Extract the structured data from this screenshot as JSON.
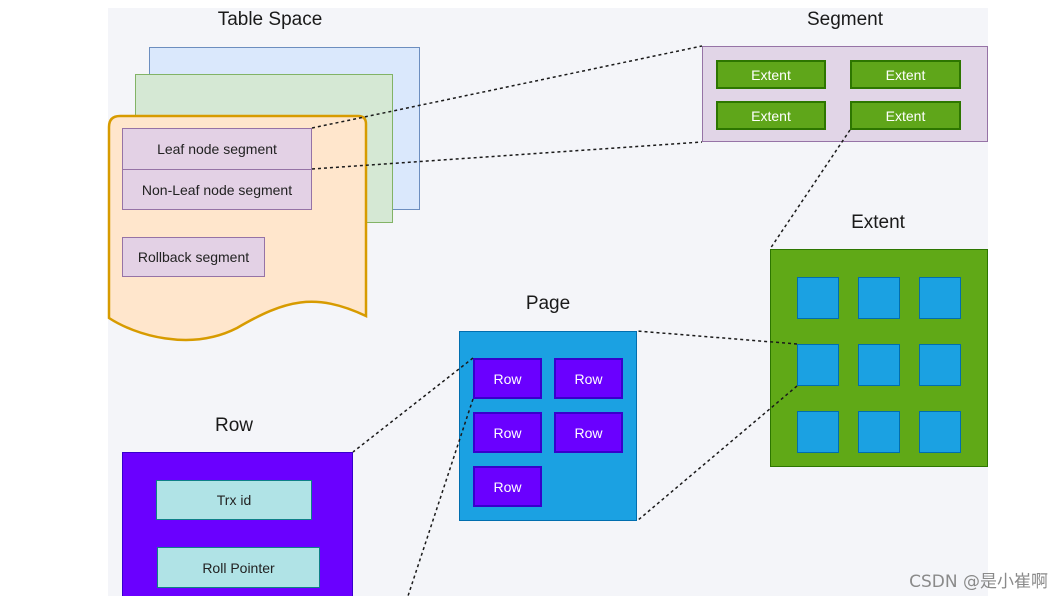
{
  "diagram": {
    "tablespace": {
      "title": "Table Space",
      "segments": [
        "Leaf node segment",
        "Non-Leaf node segment",
        "Rollback segment"
      ]
    },
    "segment": {
      "title": "Segment",
      "extents": [
        "Extent",
        "Extent",
        "Extent",
        "Extent"
      ]
    },
    "extent": {
      "title": "Extent",
      "page_count": 9
    },
    "page": {
      "title": "Page",
      "rows": [
        "Row",
        "Row",
        "Row",
        "Row",
        "Row"
      ]
    },
    "row": {
      "title": "Row",
      "fields": [
        "Trx id",
        "Roll Pointer"
      ]
    },
    "colors": {
      "tablespace_back": "#dae8fc",
      "tablespace_mid": "#d5e8d4",
      "tablespace_front": "#ffe6cc",
      "tablespace_front_border": "#d79b00",
      "segment_fill": "#e1d5e7",
      "extent_fill": "#60a917",
      "page_fill": "#1ba1e2",
      "row_fill": "#6a00ff",
      "field_fill": "#b0e3e6"
    }
  },
  "watermark": "CSDN @是小崔啊"
}
